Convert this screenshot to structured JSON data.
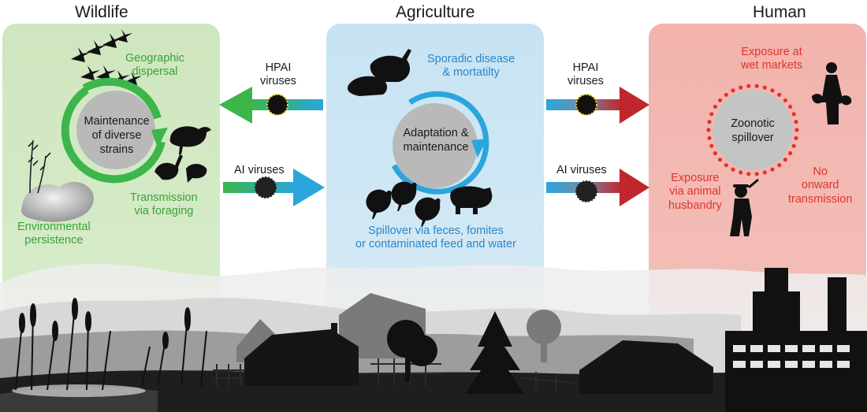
{
  "headers": {
    "wildlife": "Wildlife",
    "agriculture": "Agriculture",
    "human": "Human"
  },
  "wildlife": {
    "geo_line1": "Geographic",
    "geo_line2": "dispersal",
    "circle_line1": "Maintenance",
    "circle_line2": "of diverse",
    "circle_line3": "strains",
    "trans_line1": "Transmission",
    "trans_line2": "via foraging",
    "env_line1": "Environmental",
    "env_line2": "persistence"
  },
  "agriculture": {
    "sporadic_line1": "Sporadic disease",
    "sporadic_line2": "& mortatilty",
    "circle_line1": "Adaptation &",
    "circle_line2": "maintenance",
    "spill_line1": "Spillover via feces, fomites",
    "spill_line2": "or contaminated feed and water"
  },
  "human": {
    "wet_line1": "Exposure at",
    "wet_line2": "wet markets",
    "circle_line1": "Zoonotic",
    "circle_line2": "spillover",
    "husb_line1": "Exposure",
    "husb_line2": "via animal",
    "husb_line3": "husbandry",
    "no_line1": "No",
    "no_line2": "onward",
    "no_line3": "transmission"
  },
  "arrows": {
    "left_top_line1": "HPAI",
    "left_top_line2": "viruses",
    "left_bottom": "AI viruses",
    "right_top_line1": "HPAI",
    "right_top_line2": "viruses",
    "right_bottom": "AI viruses"
  },
  "colors": {
    "wildlife_panel": "#cfe6bf",
    "agriculture_panel": "#c7e3f3",
    "human_panel": "#f2b3ac",
    "green_text": "#3aa335",
    "blue_text": "#2a86c8",
    "red_text": "#e0342c",
    "arrow_green": "#3cb54a",
    "arrow_blue": "#2aa6dc",
    "arrow_red": "#c0272d",
    "silhouette": "#111111"
  }
}
